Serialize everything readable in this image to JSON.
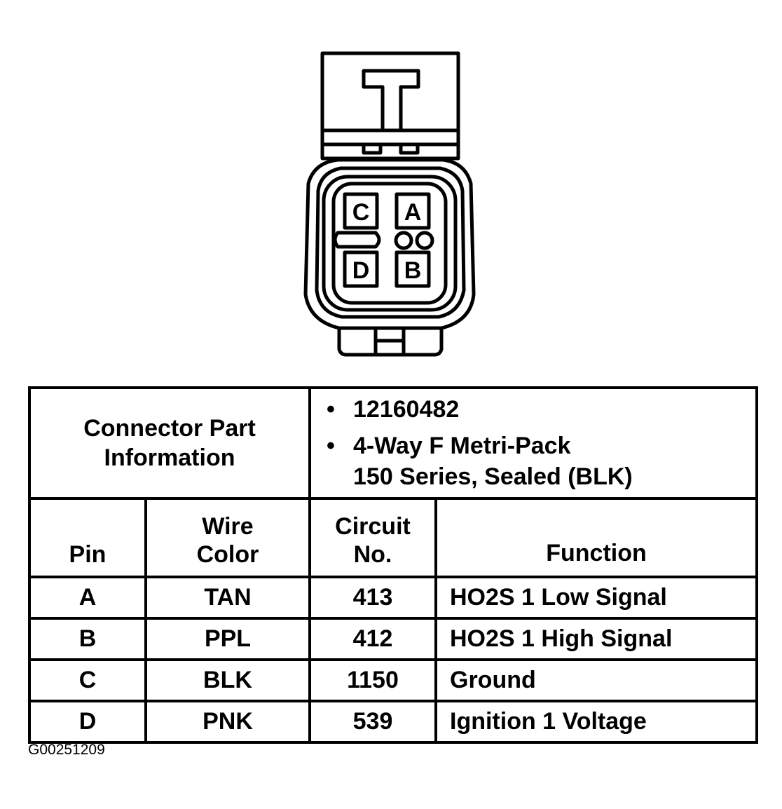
{
  "connector": {
    "pin_labels": {
      "top_left": "C",
      "top_right": "A",
      "bottom_left": "D",
      "bottom_right": "B"
    }
  },
  "part_info": {
    "label": "Connector Part Information",
    "label_line1": "Connector Part",
    "label_line2": "Information",
    "items": [
      {
        "bullet": "•",
        "line1": "12160482",
        "line2": ""
      },
      {
        "bullet": "•",
        "line1": "4-Way F Metri-Pack",
        "line2": "150 Series, Sealed (BLK)"
      }
    ]
  },
  "table": {
    "headers": {
      "pin": "Pin",
      "wire_color_line1": "Wire",
      "wire_color_line2": "Color",
      "circuit_line1": "Circuit",
      "circuit_line2": "No.",
      "function": "Function"
    },
    "rows": [
      {
        "pin": "A",
        "wire_color": "TAN",
        "circuit": "413",
        "function": "HO2S 1 Low Signal"
      },
      {
        "pin": "B",
        "wire_color": "PPL",
        "circuit": "412",
        "function": "HO2S 1 High Signal"
      },
      {
        "pin": "C",
        "wire_color": "BLK",
        "circuit": "1150",
        "function": "Ground"
      },
      {
        "pin": "D",
        "wire_color": "PNK",
        "circuit": "539",
        "function": "Ignition 1 Voltage"
      }
    ]
  },
  "figure_id": "G00251209"
}
